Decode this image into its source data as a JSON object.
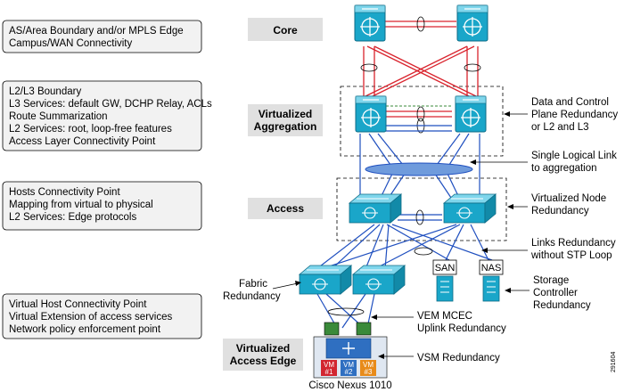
{
  "left_boxes": [
    {
      "lines": [
        "AS/Area Boundary and/or MPLS Edge",
        "Campus/WAN Connectivity"
      ]
    },
    {
      "lines": [
        "L2/L3 Boundary",
        "L3 Services: default GW, DCHP Relay, ACLs",
        "Route Summarization",
        "L2 Services: root, loop-free features",
        "Access Layer Connectivity Point"
      ]
    },
    {
      "lines": [
        "Hosts Connectivity Point",
        "Mapping from virtual to physical",
        "L2 Services: Edge protocols"
      ]
    },
    {
      "lines": [
        "Virtual Host Connectivity Point",
        "Virtual Extension of access services",
        "Network policy enforcement point"
      ]
    }
  ],
  "layer_labels": {
    "core": "Core",
    "aggregation": [
      "Virtualized",
      "Aggregation"
    ],
    "access": "Access",
    "access_edge": [
      "Virtualized",
      "Access Edge"
    ]
  },
  "right_annotations": {
    "redundancy": [
      "Data and Control",
      "Plane Redundancy",
      "or L2 and L3"
    ],
    "logical_link": [
      "Single Logical Link",
      "to aggregation"
    ],
    "node_redundancy": [
      "Virtualized Node",
      "Redundancy"
    ],
    "links_redundancy": [
      "Links Redundancy",
      "without STP Loop"
    ],
    "storage": [
      "Storage",
      "Controller",
      "Redundancy"
    ],
    "vem": [
      "VEM MCEC",
      "Uplink Redundancy"
    ],
    "vsm": "VSM Redundancy"
  },
  "fabric_label": [
    "Fabric",
    "Redundancy"
  ],
  "storage_labels": {
    "san": "SAN",
    "nas": "NAS"
  },
  "vm_labels": [
    {
      "top": "VM",
      "bottom": "#1",
      "color": "#d22630"
    },
    {
      "top": "VM",
      "bottom": "#2",
      "color": "#2f6fc1"
    },
    {
      "top": "VM",
      "bottom": "#3",
      "color": "#e88b1a"
    }
  ],
  "nexus_label": "Cisco Nexus 1010",
  "figure_id": "291604",
  "colors": {
    "link_blue": "#1f4fbf",
    "link_red": "#d9232d",
    "device": "#1aa6c9",
    "box_fill": "#f2f2f2",
    "label_fill": "#e0e0e0"
  }
}
